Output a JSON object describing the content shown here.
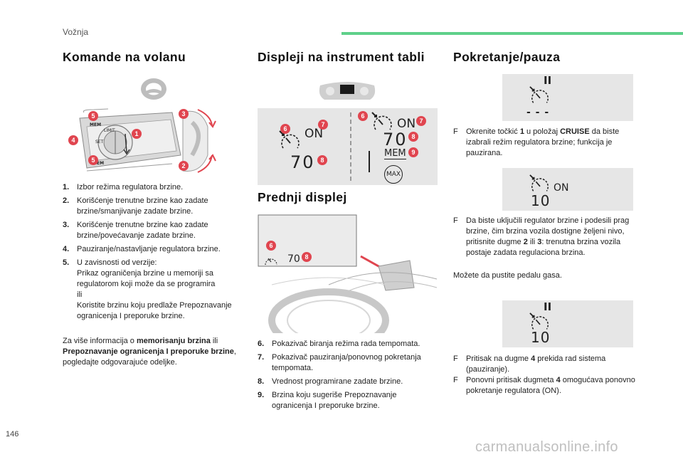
{
  "header": {
    "section": "Vožnja"
  },
  "columns": {
    "left": {
      "title": "Komande na volanu",
      "callouts": [
        "5",
        "4",
        "5",
        "3",
        "1",
        "2"
      ],
      "switch_labels": [
        "MEM",
        "LIMIT",
        "SET",
        "MEM"
      ],
      "items": [
        {
          "num": "1.",
          "text": "Izbor režima regulatora brzine."
        },
        {
          "num": "2.",
          "text": "Korišćenje trenutne brzine kao zadate brzine/smanjivanje zadate brzine."
        },
        {
          "num": "3.",
          "text": "Korišćenje trenutne brzine kao zadate brzine/povećavanje zadate brzine."
        },
        {
          "num": "4.",
          "text": "Pauziranje/nastavljanje regulatora brzine."
        },
        {
          "num": "5.",
          "text_lines": [
            "U zavisnosti od verzije:",
            "Prikaz ograničenja brzine u memoriji sa regulatorom koji može da se programira",
            "ili",
            "Koristite brzinu koju predlaže Prepoznavanje ogranicenja I preporuke brzine."
          ]
        }
      ],
      "note": {
        "prefix": "Za više informacija o ",
        "bold1": "memorisanju brzina",
        "mid": " ili ",
        "bold2": "Prepoznavanje ogranicenja I preporuke brzine",
        "suffix": ", pogledajte odgovarajuće odeljke."
      }
    },
    "middle": {
      "title": "Displeji na instrument tabli",
      "panel": {
        "left_on": "ON",
        "left_speed": "70",
        "right_on": "ON",
        "right_speed": "70",
        "mem": "MEM",
        "max": "MAX"
      },
      "callouts": [
        "6",
        "7",
        "8",
        "6",
        "7",
        "8",
        "9"
      ],
      "subtitle": "Prednji displej",
      "hud": {
        "speed": "70"
      },
      "hud_callouts": [
        "6",
        "8"
      ],
      "items": [
        {
          "num": "6.",
          "text": "Pokazivač biranja režima rada tempomata."
        },
        {
          "num": "7.",
          "text": "Pokazivač pauziranja/ponovnog pokretanja tempomata."
        },
        {
          "num": "8.",
          "text": "Vrednost programirane zadate brzine."
        },
        {
          "num": "9.",
          "text": "Brzina koju sugeriše Prepoznavanje ogranicenja I preporuke brzine."
        }
      ]
    },
    "right": {
      "title": "Pokretanje/pauza",
      "panel1": {
        "pause": "II",
        "dashes": "- - -"
      },
      "bullet1": {
        "a": "Okrenite točkić ",
        "b1": "1",
        "c": " u položaj ",
        "b2": "CRUISE",
        "d": " da biste izabrali režim regulatora brzine; funkcija je pauzirana."
      },
      "panel2": {
        "on": "ON",
        "speed": "10"
      },
      "bullet2": {
        "a": "Da biste uključili regulator brzine i podesili prag brzine, čim brzina vozila dostigne željeni nivo, pritisnite dugme ",
        "b1": "2",
        "c": " ili ",
        "b2": "3",
        "d": ": trenutna brzina vozila postaje zadata regulaciona brzina."
      },
      "after2": "Možete da pustite pedalu gasa.",
      "panel3": {
        "pause": "II",
        "speed": "10"
      },
      "bullet3": {
        "a": "Pritisak na dugme ",
        "b1": "4",
        "c": " prekida rad sistema (pauziranje)."
      },
      "bullet4": {
        "a": "Ponovni pritisak dugmeta ",
        "b1": "4",
        "c": " omogućava ponovno pokretanje regulatora (ON)."
      },
      "bullet_symbol": "F"
    }
  },
  "footer": {
    "page": "146",
    "watermark": "carmanualsonline.info"
  },
  "colors": {
    "accent": "#5fd08a",
    "callout": "#e0454f",
    "panel": "#e6e6e6"
  }
}
